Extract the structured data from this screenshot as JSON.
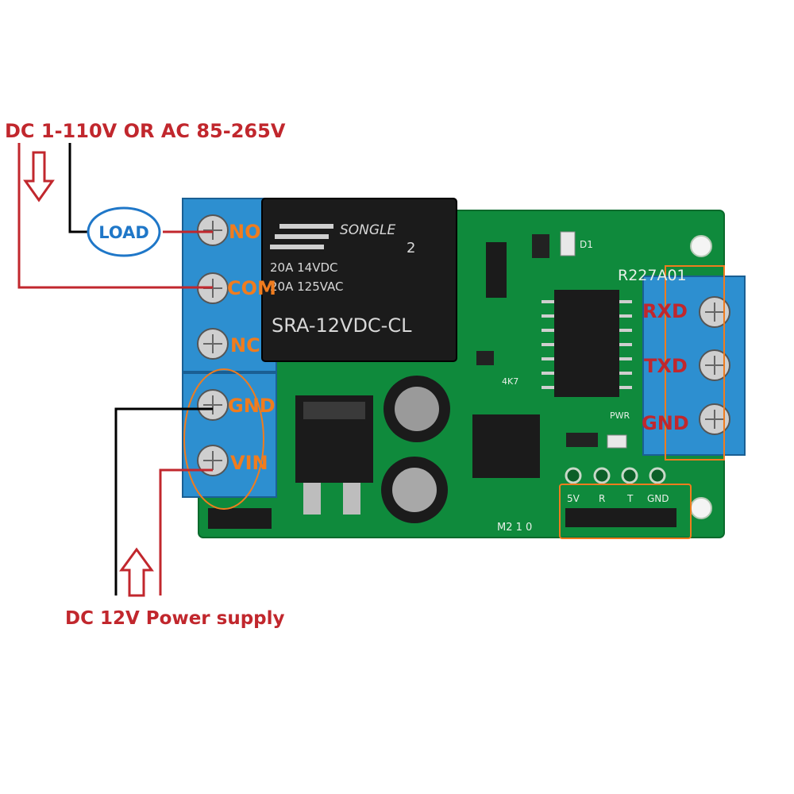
{
  "top_label": "DC 1-110V OR AC 85-265V",
  "bottom_label": "DC 12V Power supply",
  "load_label": "LOAD",
  "left_terminals": [
    "NO",
    "COM",
    "NC",
    "GND",
    "VIN"
  ],
  "right_terminals": [
    "RXD",
    "TXD",
    "GND"
  ],
  "relay": {
    "brand": "SONGLE",
    "rating1": "20A  14VDC",
    "rating2": "20A  125VAC",
    "model": "SRA-12VDC-CL",
    "mark": "2"
  },
  "board": {
    "id": "R227A01",
    "d1": "D1",
    "pwr": "PWR",
    "res_4k7": "4K7",
    "mode": "M2  1  0",
    "header_labels": [
      "5V",
      "R",
      "T",
      "GND"
    ]
  },
  "colors": {
    "pcb": "#0f8a3c",
    "terminal_blue": "#2d8fd0",
    "label_orange": "#f07c1e",
    "label_red": "#c1272d",
    "wire_black": "#000000",
    "wire_red": "#c1272d"
  }
}
